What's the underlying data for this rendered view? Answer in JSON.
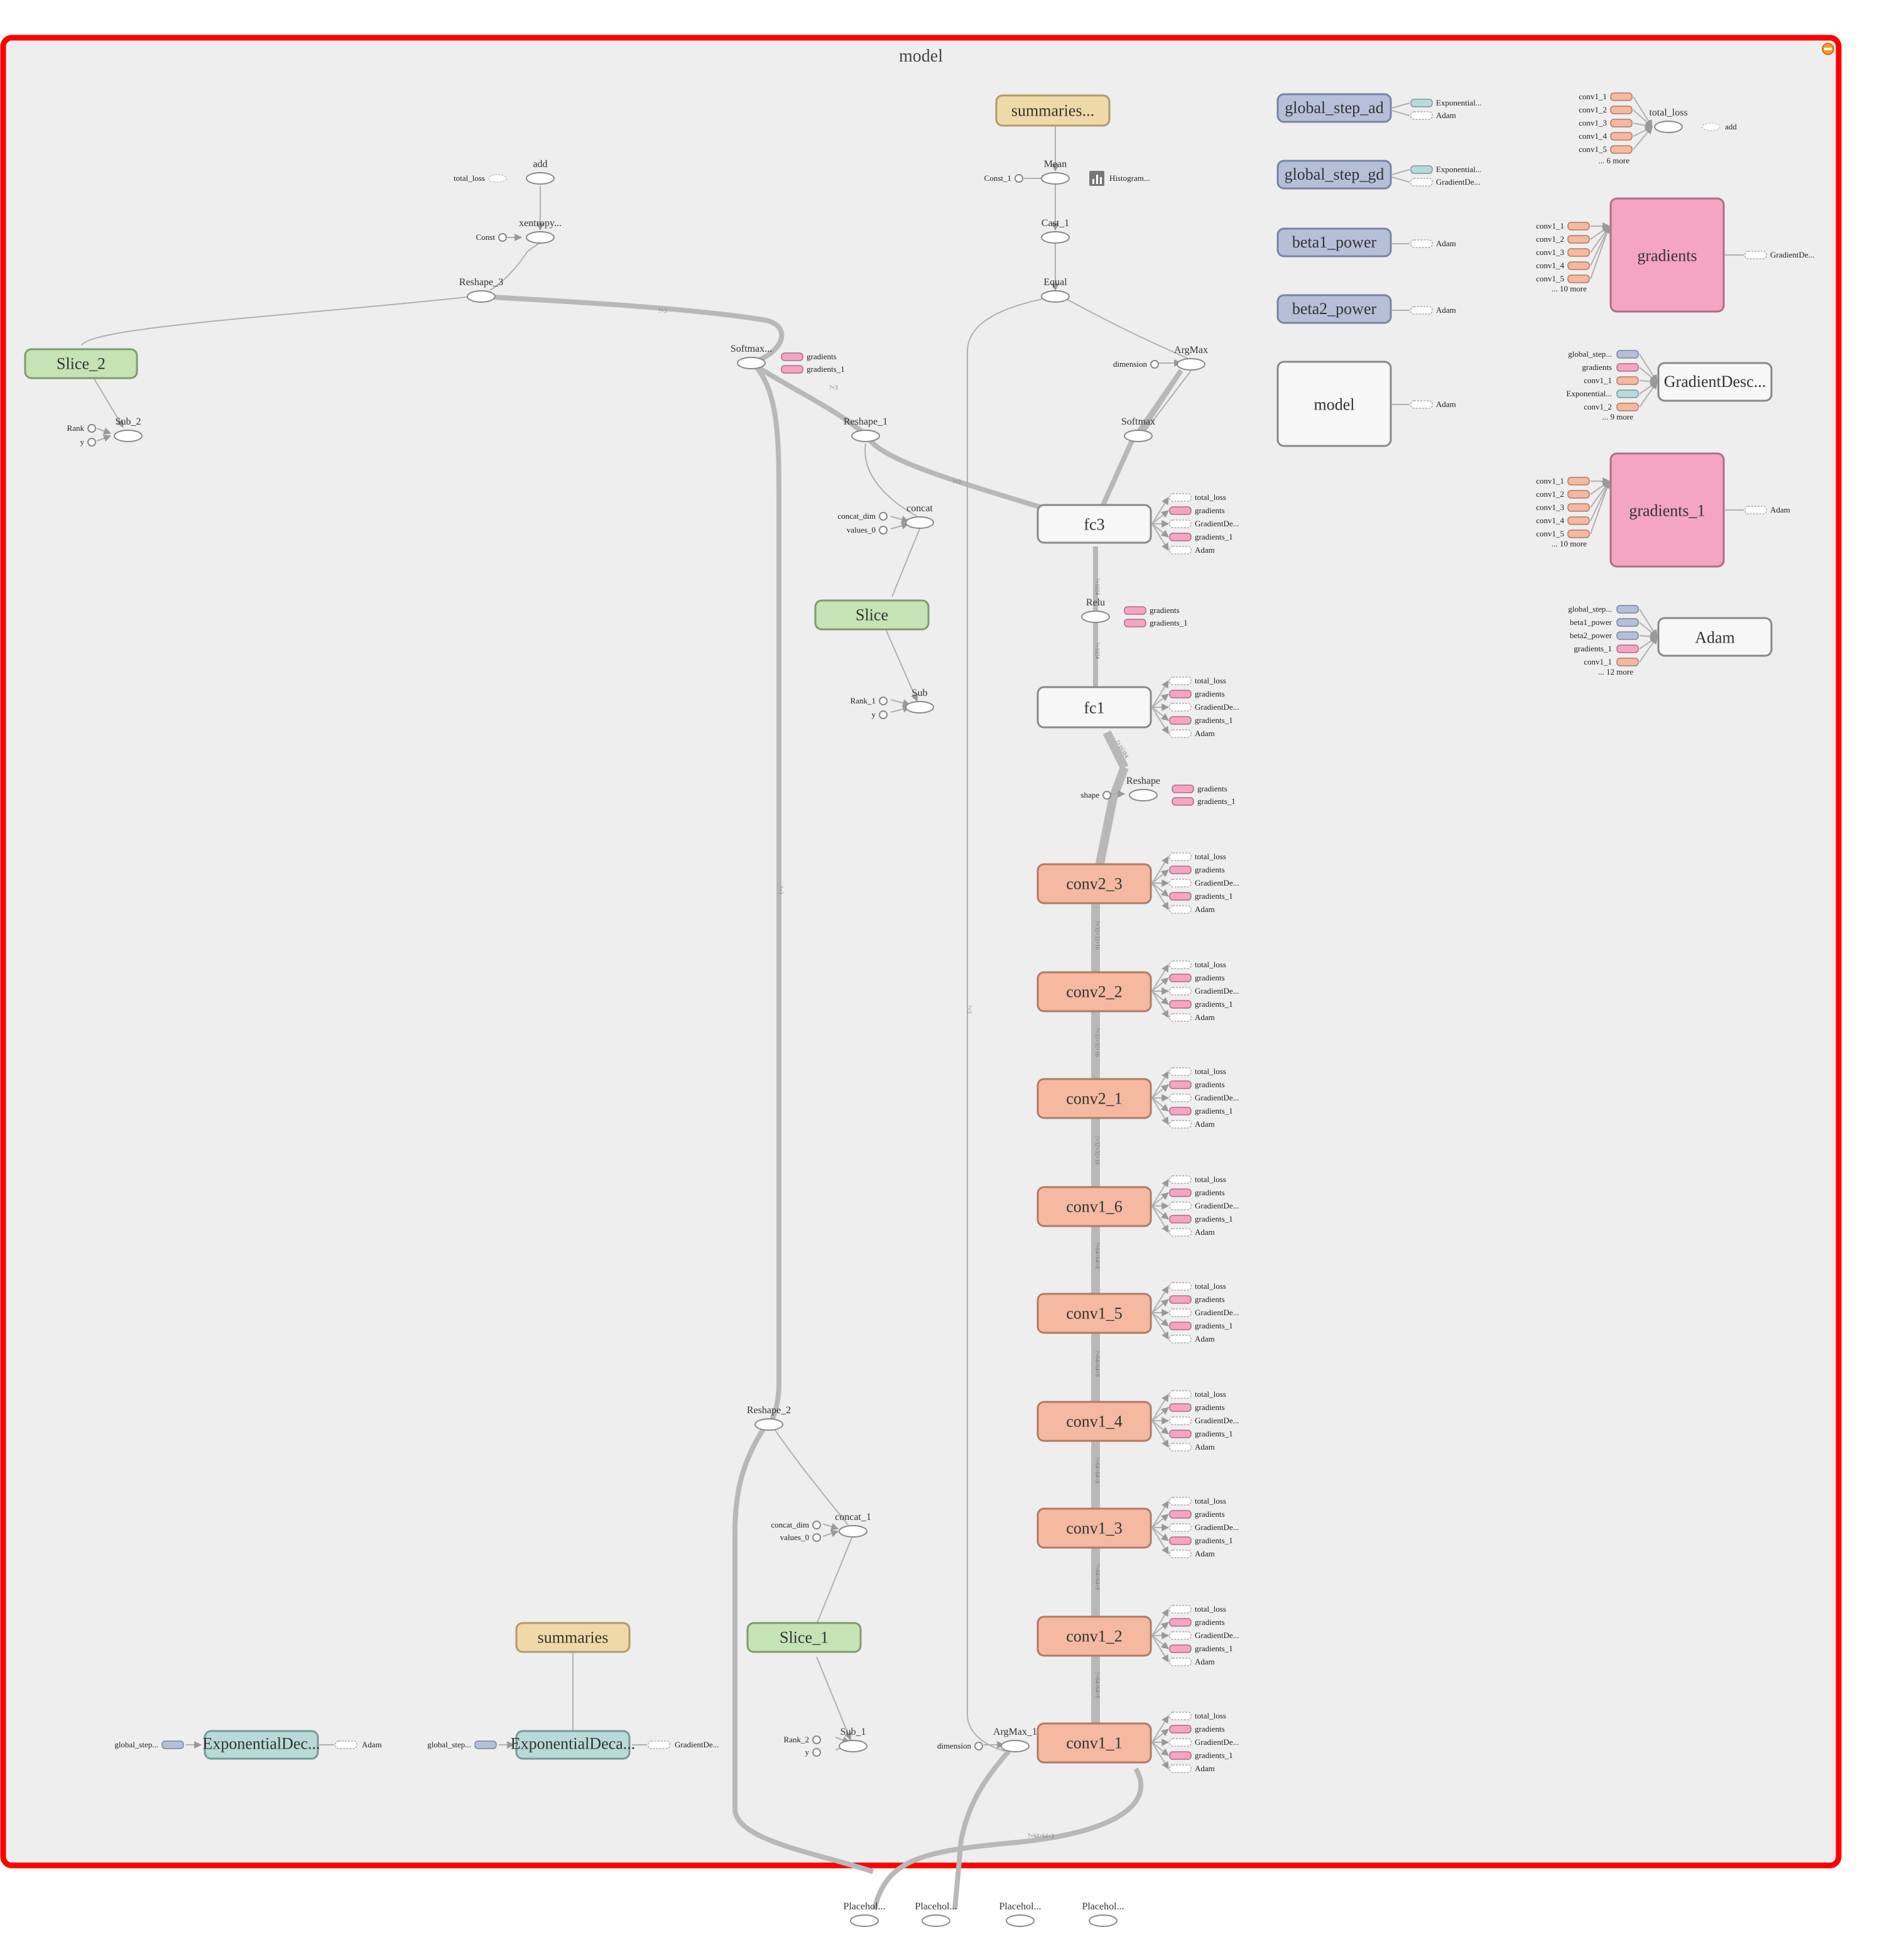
{
  "graph": {
    "title": "model",
    "accent_border": "#ff0000",
    "colors": {
      "green": "#c5e3b5",
      "green_stroke": "#7e9b70",
      "orange": "#f4b9a0",
      "orange_stroke": "#b07a66",
      "blue": "#b5c0d8",
      "blue_stroke": "#7983a3",
      "pink": "#f3a5c2",
      "pink_stroke": "#b06b87",
      "tan": "#f0d9a8",
      "tan_stroke": "#b09a6b",
      "teal": "#b8dad8",
      "teal_stroke": "#75999a",
      "white": "#f7f7f7"
    },
    "nodes": {
      "summaries_top": "summaries...",
      "summaries": "summaries",
      "mean": "Mean",
      "const_1": "Const_1",
      "histogram": "Histogram...",
      "cast_1": "Cast_1",
      "equal": "Equal",
      "argmax": "ArgMax",
      "dimension": "dimension",
      "softmax_right": "Softmax",
      "add": "add",
      "total_loss": "total_loss",
      "xentropy": "xentropy...",
      "const": "Const",
      "reshape_3": "Reshape_3",
      "slice_2": "Slice_2",
      "sub_2": "Sub_2",
      "rank": "Rank",
      "y": "y",
      "softmax_left": "Softmax...",
      "gradients": "gradients",
      "gradients_1": "gradients_1",
      "reshape_1": "Reshape_1",
      "concat": "concat",
      "concat_dim": "concat_dim",
      "values_0": "values_0",
      "slice": "Slice",
      "sub": "Sub",
      "rank_1": "Rank_1",
      "fc3": "fc3",
      "relu": "Relu",
      "fc1": "fc1",
      "reshape": "Reshape",
      "shape": "shape",
      "conv2_3": "conv2_3",
      "conv2_2": "conv2_2",
      "conv2_1": "conv2_1",
      "conv1_6": "conv1_6",
      "conv1_5": "conv1_5",
      "conv1_4": "conv1_4",
      "conv1_3": "conv1_3",
      "conv1_2": "conv1_2",
      "conv1_1": "conv1_1",
      "reshape_2": "Reshape_2",
      "concat_1": "concat_1",
      "slice_1": "Slice_1",
      "sub_1": "Sub_1",
      "rank_2": "Rank_2",
      "argmax_1": "ArgMax_1",
      "exp_dec_1": "ExponentialDec...",
      "exp_dec_2": "ExponentialDeca...",
      "global_step_dots": "global_step...",
      "adam": "Adam",
      "gradient_de": "GradientDe...",
      "global_step_ad": "global_step_ad",
      "global_step_gd": "global_step_gd",
      "beta1_power": "beta1_power",
      "beta2_power": "beta2_power",
      "model_box": "model",
      "exponential": "Exponential...",
      "grad_big": "gradients",
      "grad_big_1": "gradients_1",
      "gradient_desc": "GradientDesc...",
      "adam_big": "Adam",
      "gradient_de_right": "GradientDe...",
      "six_more": "... 6 more",
      "ten_more": "... 10 more",
      "nine_more": "... 9 more",
      "twelve_more": "... 12 more",
      "beta1_power_s": "beta1_power",
      "beta2_power_s": "beta2_power",
      "placeholder": "Placehol..."
    },
    "conv_inputs": [
      "total_loss",
      "gradients",
      "GradientDe...",
      "gradients_1",
      "Adam"
    ],
    "fc3_inputs": [
      "total_loss",
      "gradients",
      "GradientDe...",
      "gradients_1",
      "Adam"
    ],
    "conv_prefix": [
      "conv1_1",
      "conv1_2",
      "conv1_3",
      "conv1_4",
      "conv1_5"
    ],
    "gd_inputs": [
      "global_step...",
      "gradients",
      "conv1_1",
      "Exponential...",
      "conv1_2"
    ],
    "adam_inputs": [
      "global_step...",
      "beta1_power",
      "beta2_power",
      "gradients_1",
      "conv1_1"
    ]
  }
}
